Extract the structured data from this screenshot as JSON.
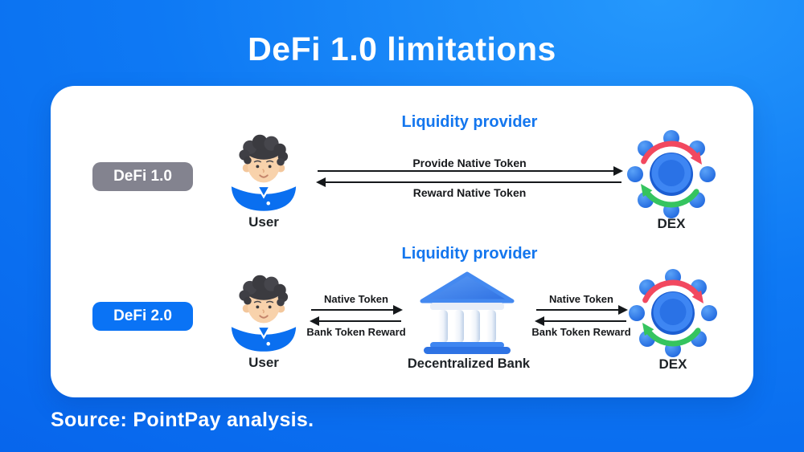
{
  "title": "DeFi 1.0 limitations",
  "source_note": "Source: PointPay analysis.",
  "row1": {
    "badge": "DeFi 1.0",
    "heading": "Liquidity provider",
    "user_label": "User",
    "dex_label": "DEX",
    "arrow_forward": "Provide Native Token",
    "arrow_back": "Reward Native Token"
  },
  "row2": {
    "badge": "DeFi 2.0",
    "heading": "Liquidity provider",
    "user_label": "User",
    "bank_label": "Decentralized Bank",
    "dex_label": "DEX",
    "left_arrow_forward": "Native Token",
    "left_arrow_back": "Bank Token Reward",
    "right_arrow_forward": "Native Token",
    "right_arrow_back": "Bank Token Reward"
  },
  "colors": {
    "background_blue": "#0e79f4",
    "accent_blue": "#0a73f5",
    "badge_gray": "#83838f",
    "heading_blue": "#1376ee",
    "arrow_black": "#15181b",
    "dex_red_arrow": "#f2485f",
    "dex_green_arrow": "#35c45f",
    "node_blue": "#2f7ff0"
  }
}
